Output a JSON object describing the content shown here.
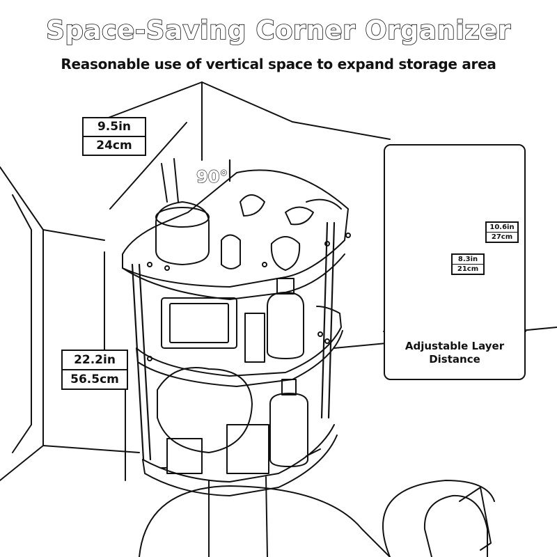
{
  "header": {
    "title": "Space-Saving Corner Organizer",
    "subtitle": "Reasonable use of vertical space to expand storage area"
  },
  "dimensions": {
    "top_width": {
      "imperial": "9.5in",
      "metric": "24cm"
    },
    "total_height": {
      "imperial": "22.2in",
      "metric": "56.5cm"
    },
    "corner_angle": "90°"
  },
  "inset": {
    "label_line1": "Adjustable Layer",
    "label_line2": "Distance",
    "max_distance": {
      "imperial": "10.6in",
      "metric": "27cm"
    },
    "min_distance": {
      "imperial": "8.3in",
      "metric": "21cm"
    }
  },
  "colors": {
    "ink": "#111111",
    "paper": "#ffffff"
  }
}
